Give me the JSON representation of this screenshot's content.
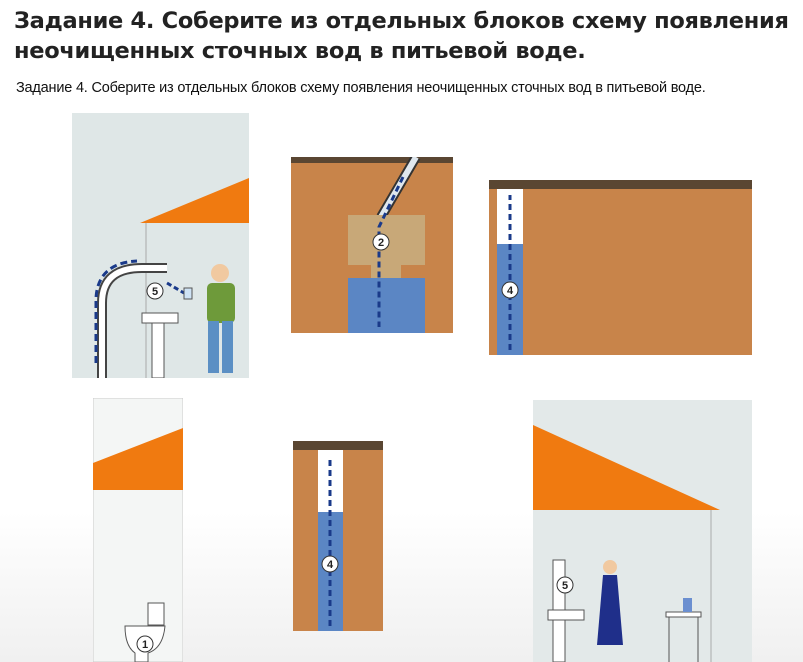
{
  "slide": {
    "title": "Задание 4. Соберите из отдельных блоков схему появления неочищенных сточных вод в питьевой воде.",
    "subtitle": "Задание 4. Соберите из отдельных блоков схему появления неочищенных сточных вод в питьевой воде."
  },
  "blocks": [
    {
      "number": "5"
    },
    {
      "number": "2"
    },
    {
      "number": "4"
    },
    {
      "number": "1"
    },
    {
      "number": "4"
    },
    {
      "number": "5"
    }
  ],
  "colors": {
    "roof": "#f07a10",
    "soil": "#c8844a",
    "sky": "#dfe7e7",
    "water": "#5b86c4"
  }
}
